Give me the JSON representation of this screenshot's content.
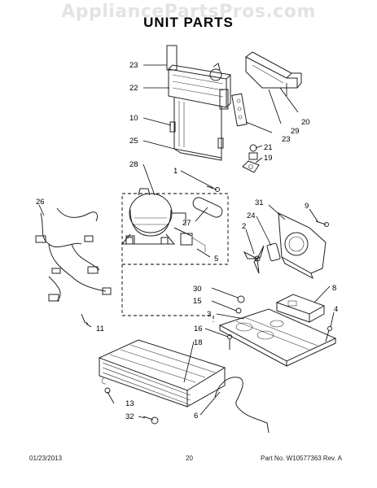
{
  "watermark": "AppliancePartsPros.com",
  "title": "UNIT PARTS",
  "callouts": {
    "c23a": "23",
    "c22": "22",
    "c10": "10",
    "c25": "25",
    "c28": "28",
    "c1": "1",
    "c26": "26",
    "c27": "27",
    "c5": "5",
    "c31": "31",
    "c9": "9",
    "c24": "24",
    "c2": "2",
    "c20": "20",
    "c29": "29",
    "c23b": "23",
    "c21": "21",
    "c19": "19",
    "c8": "8",
    "c30": "30",
    "c15": "15",
    "c3": "3",
    "c4": "4",
    "c11": "11",
    "c16": "16",
    "c18": "18",
    "c13": "13",
    "c32": "32",
    "c6": "6"
  },
  "footer": {
    "date": "01/23/2013",
    "page": "20",
    "part_no": "Part No. W10577363  Rev. A"
  },
  "colors": {
    "line": "#222222",
    "watermark": "#e3e3e3"
  }
}
